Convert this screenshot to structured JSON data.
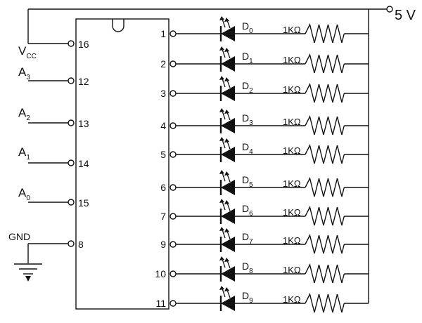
{
  "supply": {
    "label": "5 V"
  },
  "left_pins": [
    {
      "pin": "16",
      "label_main": "V",
      "label_sub": "CC"
    },
    {
      "pin": "12",
      "label_main": "A",
      "label_sub": "3"
    },
    {
      "pin": "13",
      "label_main": "A",
      "label_sub": "2"
    },
    {
      "pin": "14",
      "label_main": "A",
      "label_sub": "1"
    },
    {
      "pin": "15",
      "label_main": "A",
      "label_sub": "0"
    },
    {
      "pin": "8",
      "label_main": "GND",
      "label_sub": ""
    }
  ],
  "outputs": [
    {
      "pin": "1",
      "led_main": "D",
      "led_sub": "0",
      "resistor": "1KΩ"
    },
    {
      "pin": "2",
      "led_main": "D",
      "led_sub": "1",
      "resistor": "1KΩ"
    },
    {
      "pin": "3",
      "led_main": "D",
      "led_sub": "2",
      "resistor": "1KΩ"
    },
    {
      "pin": "4",
      "led_main": "D",
      "led_sub": "3",
      "resistor": "1KΩ"
    },
    {
      "pin": "5",
      "led_main": "D",
      "led_sub": "4",
      "resistor": "1KΩ"
    },
    {
      "pin": "6",
      "led_main": "D",
      "led_sub": "5",
      "resistor": "1KΩ"
    },
    {
      "pin": "7",
      "led_main": "D",
      "led_sub": "6",
      "resistor": "1KΩ"
    },
    {
      "pin": "9",
      "led_main": "D",
      "led_sub": "7",
      "resistor": "1KΩ"
    },
    {
      "pin": "10",
      "led_main": "D",
      "led_sub": "8",
      "resistor": "1KΩ"
    },
    {
      "pin": "11",
      "led_main": "D",
      "led_sub": "9",
      "resistor": "1KΩ"
    }
  ]
}
